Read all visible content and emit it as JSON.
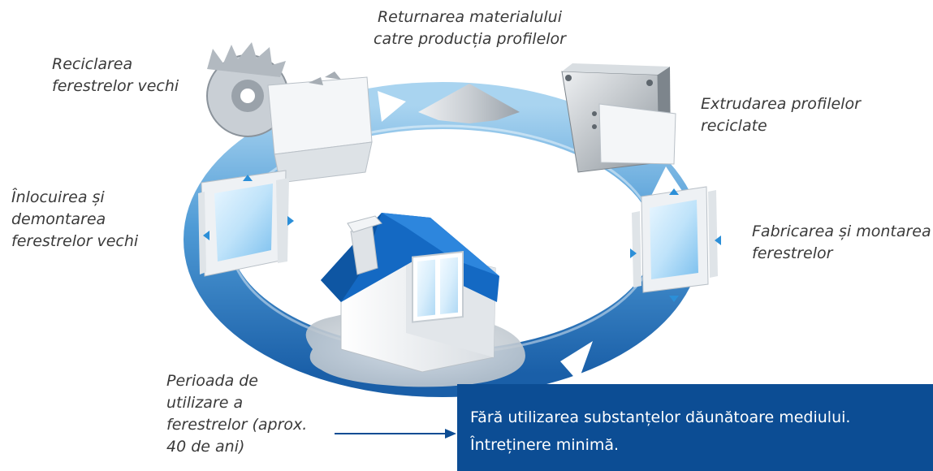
{
  "labels": {
    "returnare": [
      "Returnarea materialului",
      "catre producția profilelor"
    ],
    "reciclarea": [
      "Reciclarea",
      "ferestrelor vechi"
    ],
    "extrudarea": [
      "Extrudarea profilelor",
      "reciclate"
    ],
    "inlocuirea": [
      "Înlocuirea și",
      "demontarea",
      "ferestrelor vechi"
    ],
    "fabricarea": [
      "Fabricarea și montarea",
      "ferestrelor"
    ],
    "perioada": [
      "Perioada de",
      "utilizare a",
      "ferestrelor (aprox.",
      "40 de ani)"
    ]
  },
  "info_box": {
    "line1": "Fără utilizarea substanțelor dăunătoare mediului.",
    "line2": "Întreținere minimă."
  },
  "colors": {
    "ring_light": "#9ccbec",
    "ring_dark": "#1a5fa8",
    "roof": "#1469c3",
    "info_box": "#0c4d94",
    "text": "#3a3a3a"
  }
}
